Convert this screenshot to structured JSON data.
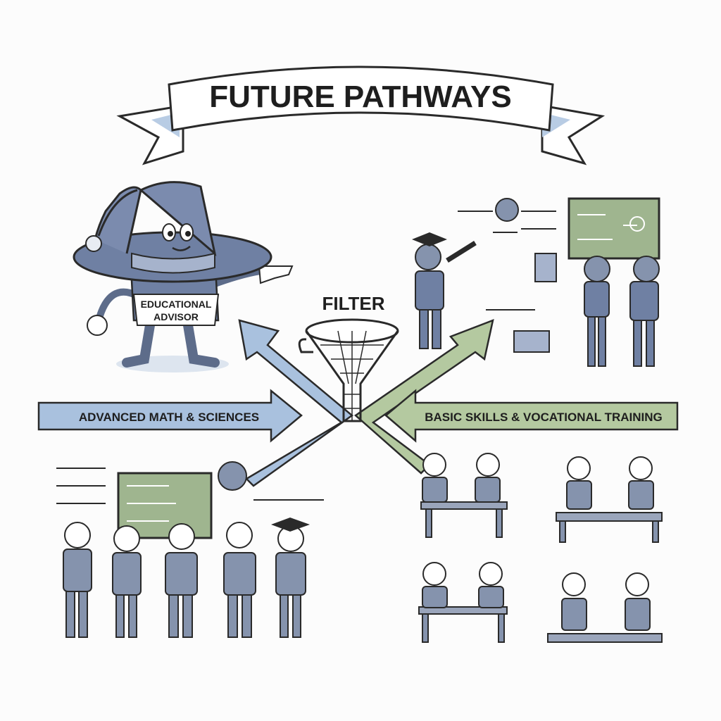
{
  "title": "FUTURE PATHWAYS",
  "advisor_label_line1": "EDUCATIONAL",
  "advisor_label_line2": "ADVISOR",
  "filter_label": "FILTER",
  "left_arrow_label": "ADVANCED MATH & SCIENCES",
  "right_arrow_label": "BASIC SKILLS & VOCATIONAL TRAINING",
  "colors": {
    "blue": "#a9c1de",
    "green": "#b4c9a0",
    "hat": "#6f80a3",
    "chalkboard": "#9fb58f",
    "ink": "#2a2a2a"
  }
}
